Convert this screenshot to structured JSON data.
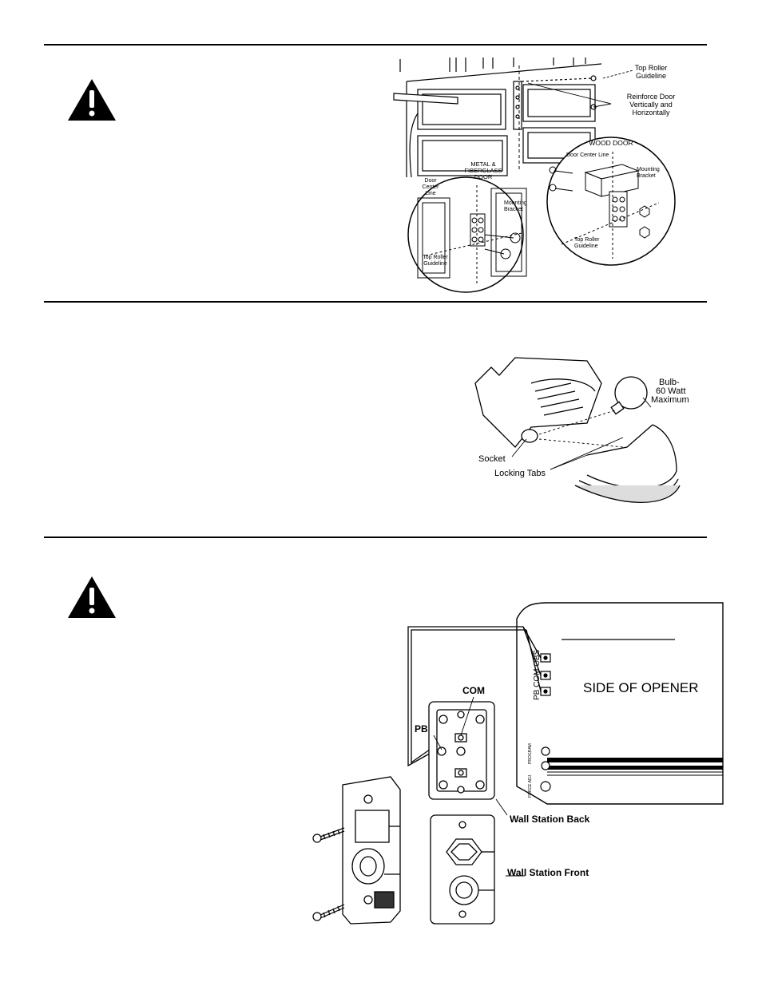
{
  "section1": {
    "labels": {
      "top_roller_guideline": [
        "Top Roller",
        "Guideline"
      ],
      "reinforce": [
        "Reinforce Door",
        "Vertically and",
        "Horizontally"
      ],
      "wood_door": "WOOD DOOR",
      "door_center_line": "Door Center Line",
      "mounting_bracket_wood": [
        "Mounting",
        "Bracket"
      ],
      "top_roller_guideline_wood": [
        "Top Roller",
        "Guideline"
      ],
      "metal_door": [
        "METAL &",
        "FIBERGLASS",
        "DOOR"
      ],
      "door_center_line_metal": [
        "Door",
        "Center",
        "Line"
      ],
      "mounting_bracket_metal": [
        "Mounting",
        "Bracket"
      ],
      "top_roller_guideline_metal": [
        "Top Roller",
        "Guideline"
      ]
    }
  },
  "section2": {
    "labels": {
      "bulb": [
        "Bulb-",
        "60 Watt",
        "Maximum"
      ],
      "socket": "Socket",
      "locking_tabs": "Locking Tabs"
    }
  },
  "section3": {
    "labels": {
      "side_of_opener": "SIDE OF OPENER",
      "terminals": "PB COM OBS",
      "com": "COM",
      "pb": "PB",
      "wall_station_back": "Wall Station Back",
      "wall_station_front": "Wall Station Front",
      "program": "PROGRAM",
      "force_adj": "FORCE ADJ."
    }
  }
}
